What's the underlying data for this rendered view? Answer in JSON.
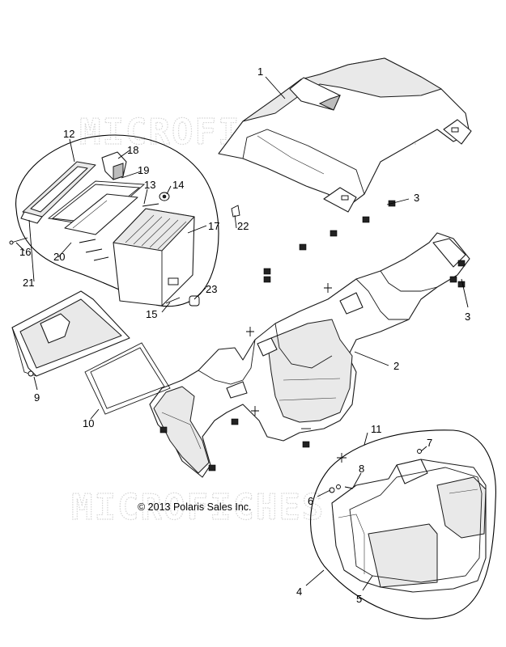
{
  "watermark": "MICROFICHES.NET",
  "copyright": "© 2013 Polaris Sales Inc.",
  "callouts": {
    "c1": "1",
    "c2": "2",
    "c3a": "3",
    "c3b": "3",
    "c4": "4",
    "c5": "5",
    "c6": "6",
    "c7": "7",
    "c8": "8",
    "c9": "9",
    "c10": "10",
    "c11": "11",
    "c12": "12",
    "c13": "13",
    "c14": "14",
    "c15": "15",
    "c16": "16",
    "c17": "17",
    "c18": "18",
    "c19": "19",
    "c20": "20",
    "c21": "21",
    "c22": "22",
    "c23": "23"
  }
}
